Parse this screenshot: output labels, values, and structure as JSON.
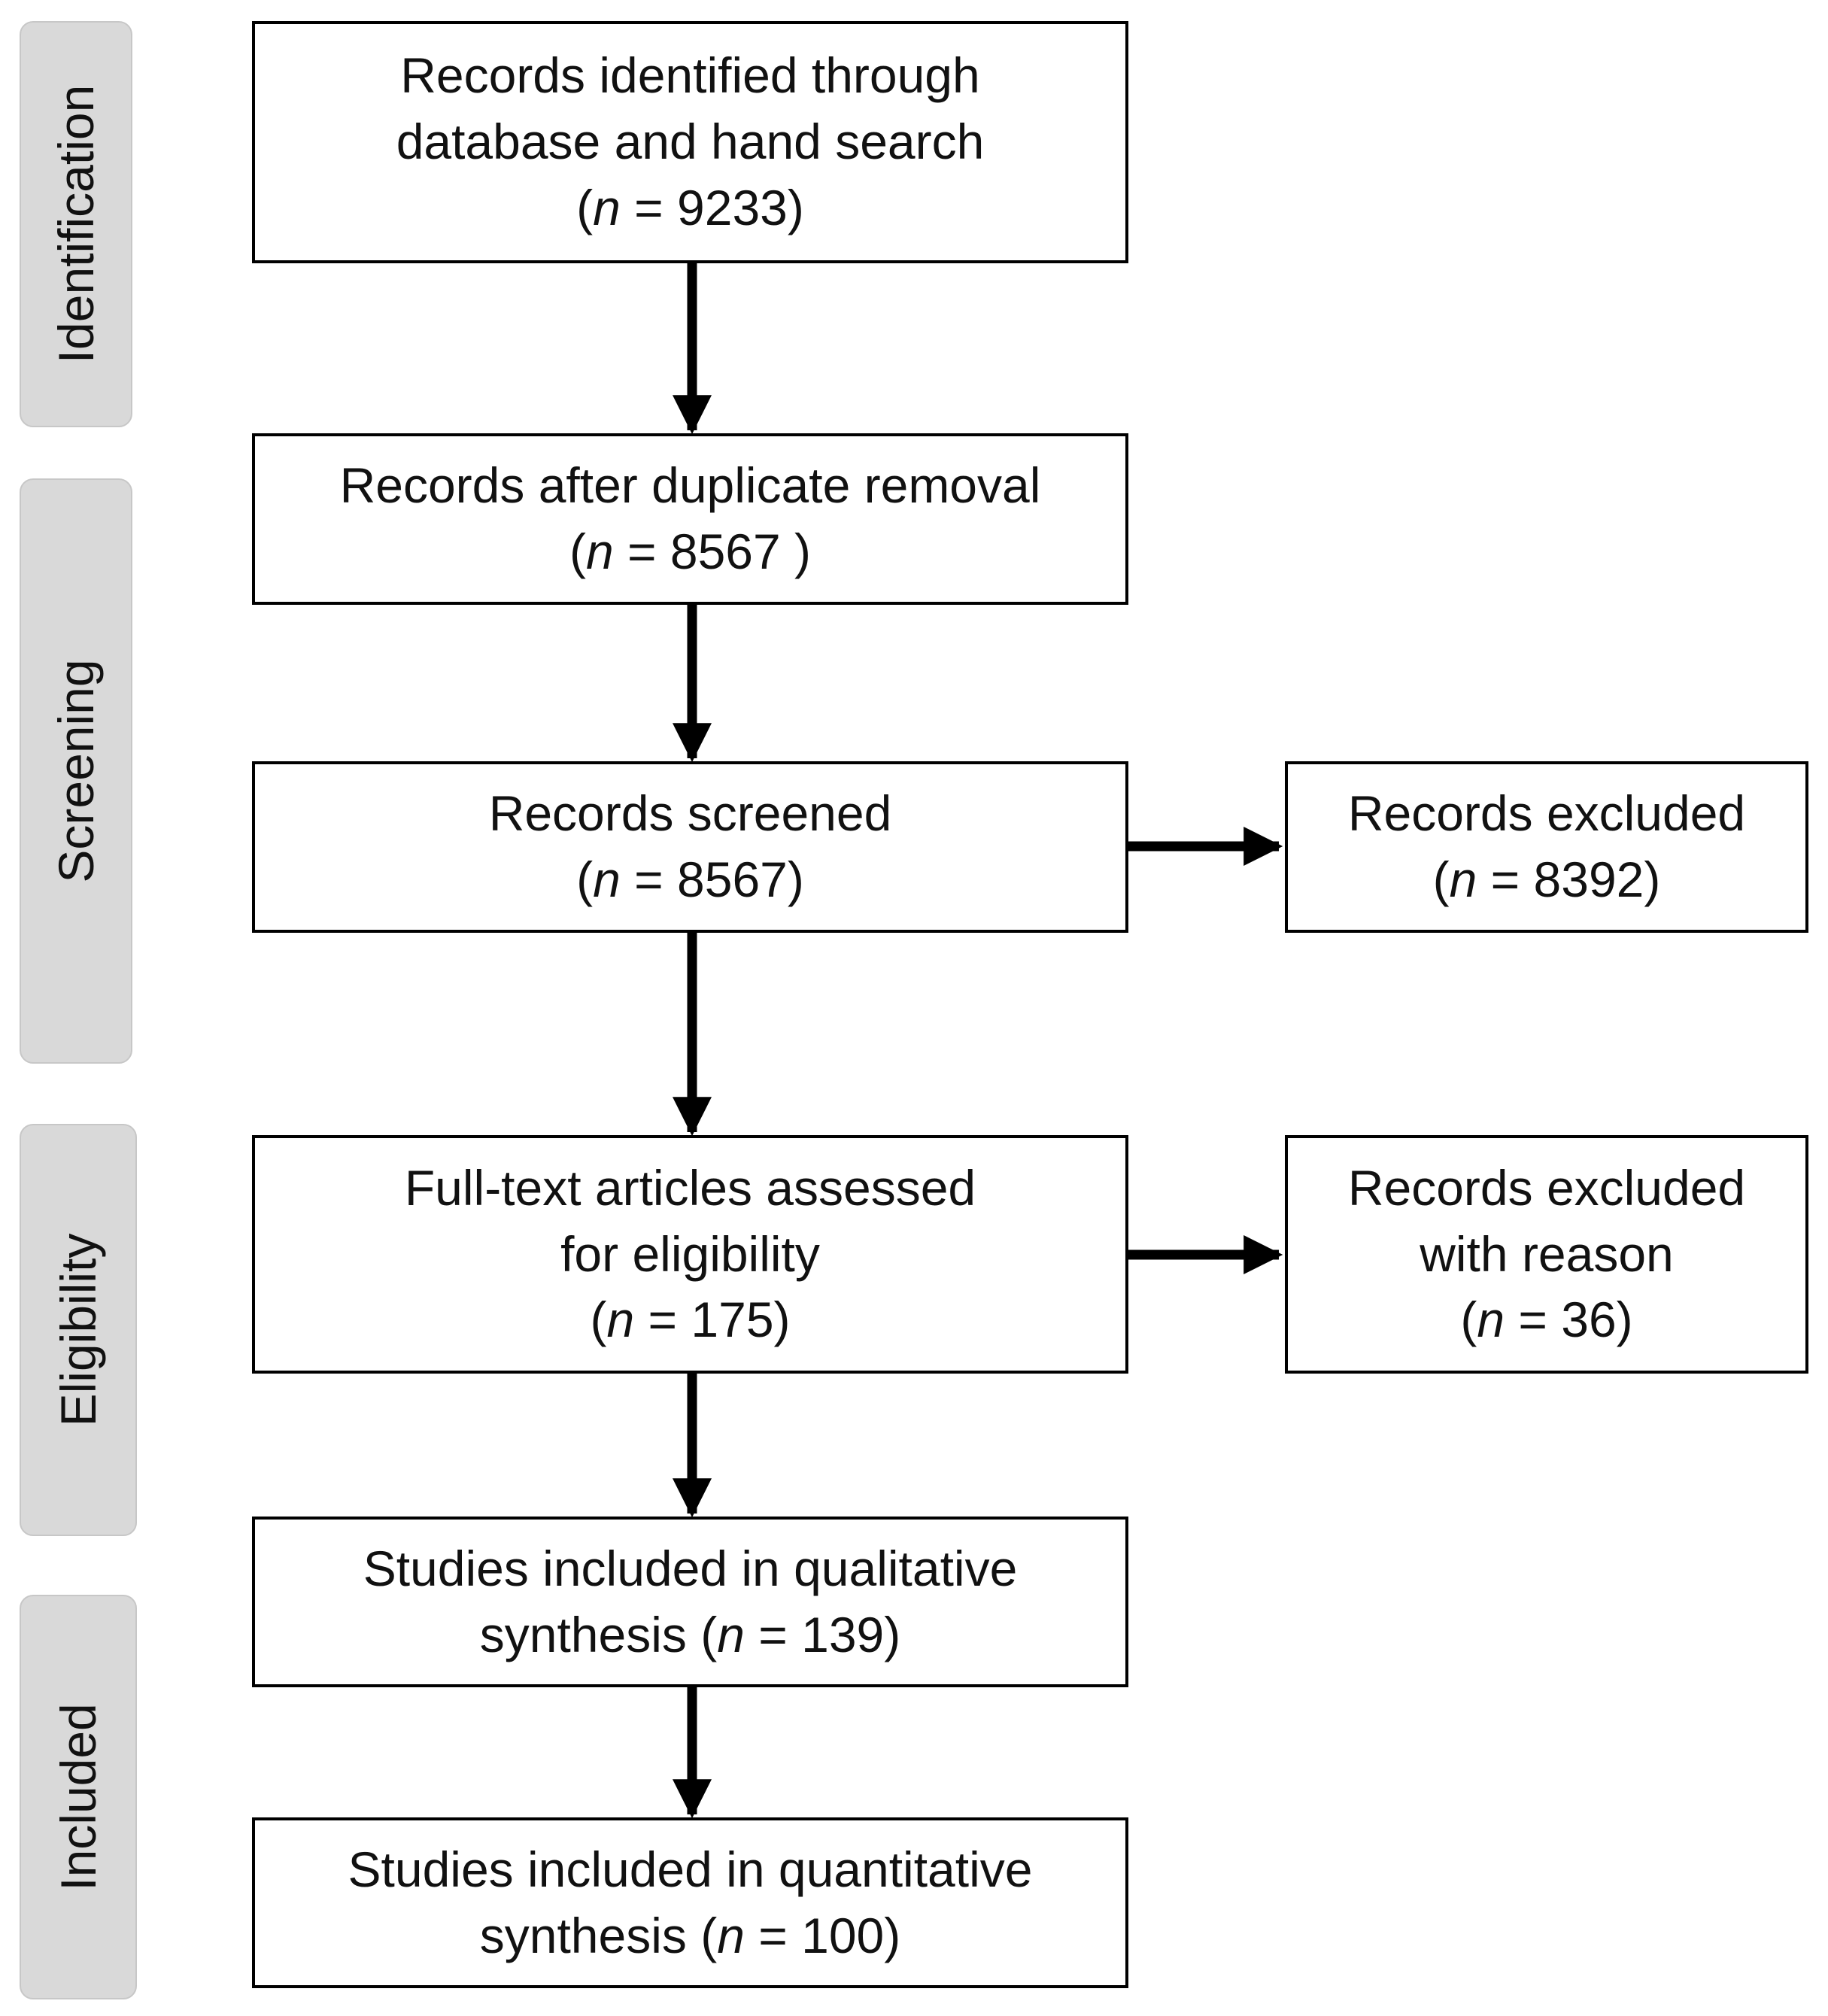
{
  "stages": {
    "identification": "Identification",
    "screening": "Screening",
    "eligibility": "Eligibility",
    "included": "Included"
  },
  "n_symbol": "n",
  "boxes": {
    "identified": {
      "line1": "Records identified through",
      "line2": "database and hand search",
      "n_prefix": "(",
      "n_suffix": " = 9233)"
    },
    "after_duplicates": {
      "line1": "Records after duplicate removal",
      "n_prefix": "(",
      "n_suffix": " = 8567 )"
    },
    "screened": {
      "line1": "Records screened",
      "n_prefix": "(",
      "n_suffix": " = 8567)"
    },
    "excluded": {
      "line1": "Records excluded",
      "n_prefix": "(",
      "n_suffix": " = 8392)"
    },
    "fulltext": {
      "line1": "Full-text articles assessed",
      "line2": "for eligibility",
      "n_prefix": "(",
      "n_suffix": " = 175)"
    },
    "excluded_reason": {
      "line1": "Records excluded",
      "line2": "with reason",
      "n_prefix": "(",
      "n_suffix": " = 36)"
    },
    "qualitative": {
      "line1": "Studies included in qualitative",
      "line2_prefix": "synthesis (",
      "n_suffix": " = 139)"
    },
    "quantitative": {
      "line1": "Studies included in quantitative",
      "line2_prefix": "synthesis (",
      "n_suffix": " = 100)"
    }
  }
}
